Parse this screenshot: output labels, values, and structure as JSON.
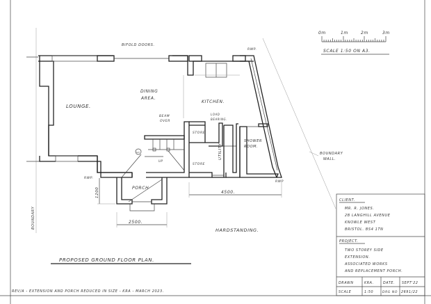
{
  "scale_bar": {
    "ticks": [
      "0m",
      "1m",
      "2m",
      "3m"
    ],
    "caption": "SCALE 1:50 ON A3."
  },
  "plan": {
    "title": "PROPOSED GROUND FLOOR PLAN.",
    "rooms": {
      "lounge": "LOUNGE.",
      "dining_1": "DINING",
      "dining_2": "AREA.",
      "kitchen": "KITCHEN.",
      "utility": "UTILITY",
      "shower_1": "SHOWER",
      "shower_2": "ROOM.",
      "store_upper": "STORE",
      "store_lower": "STORE",
      "porch": "PORCH"
    },
    "labels": {
      "bifold": "BIFOLD DOORS.",
      "beam_1": "BEAM",
      "beam_2": "OVER",
      "load_1": "LOAD",
      "load_2": "BEARING.",
      "rwp_top": "RWP.",
      "rwp_right": "RWP",
      "rwp_left": "RWP.",
      "boundary_right_1": "BOUNDARY",
      "boundary_right_2": "WALL.",
      "boundary_left": "BOUNDARY",
      "hardstanding": "HARDSTANDING.",
      "sd": "SD",
      "stair_up": "UP"
    },
    "dimensions": {
      "width_right": "4500.",
      "porch_width": "2500.",
      "porch_depth": "1200"
    }
  },
  "revision": "REV/A - EXTENSION AND PORCH REDUCED IN SIZE - KRA - MARCH 2023.",
  "title_block": {
    "client_header": "CLIENT.",
    "client_lines": [
      "MR. R. JONES.",
      "2B LANGHILL AVENUE",
      "KNOWLE WEST",
      "BRISTOL. BS4 1TN"
    ],
    "project_header": "PROJECT.",
    "project_lines": [
      "TWO STOREY SIDE",
      "EXTENSION.",
      "ASSOCIATED WORKS",
      "AND REPLACEMENT PORCH."
    ],
    "drawn_label": "DRAWN",
    "drawn_value": "KRA.",
    "date_label": "DATE.",
    "date_value": "SEPT'22",
    "scale_label": "SCALE",
    "scale_value": "1:50",
    "drg_label": "DRG NO",
    "drg_value": "2691/22"
  }
}
